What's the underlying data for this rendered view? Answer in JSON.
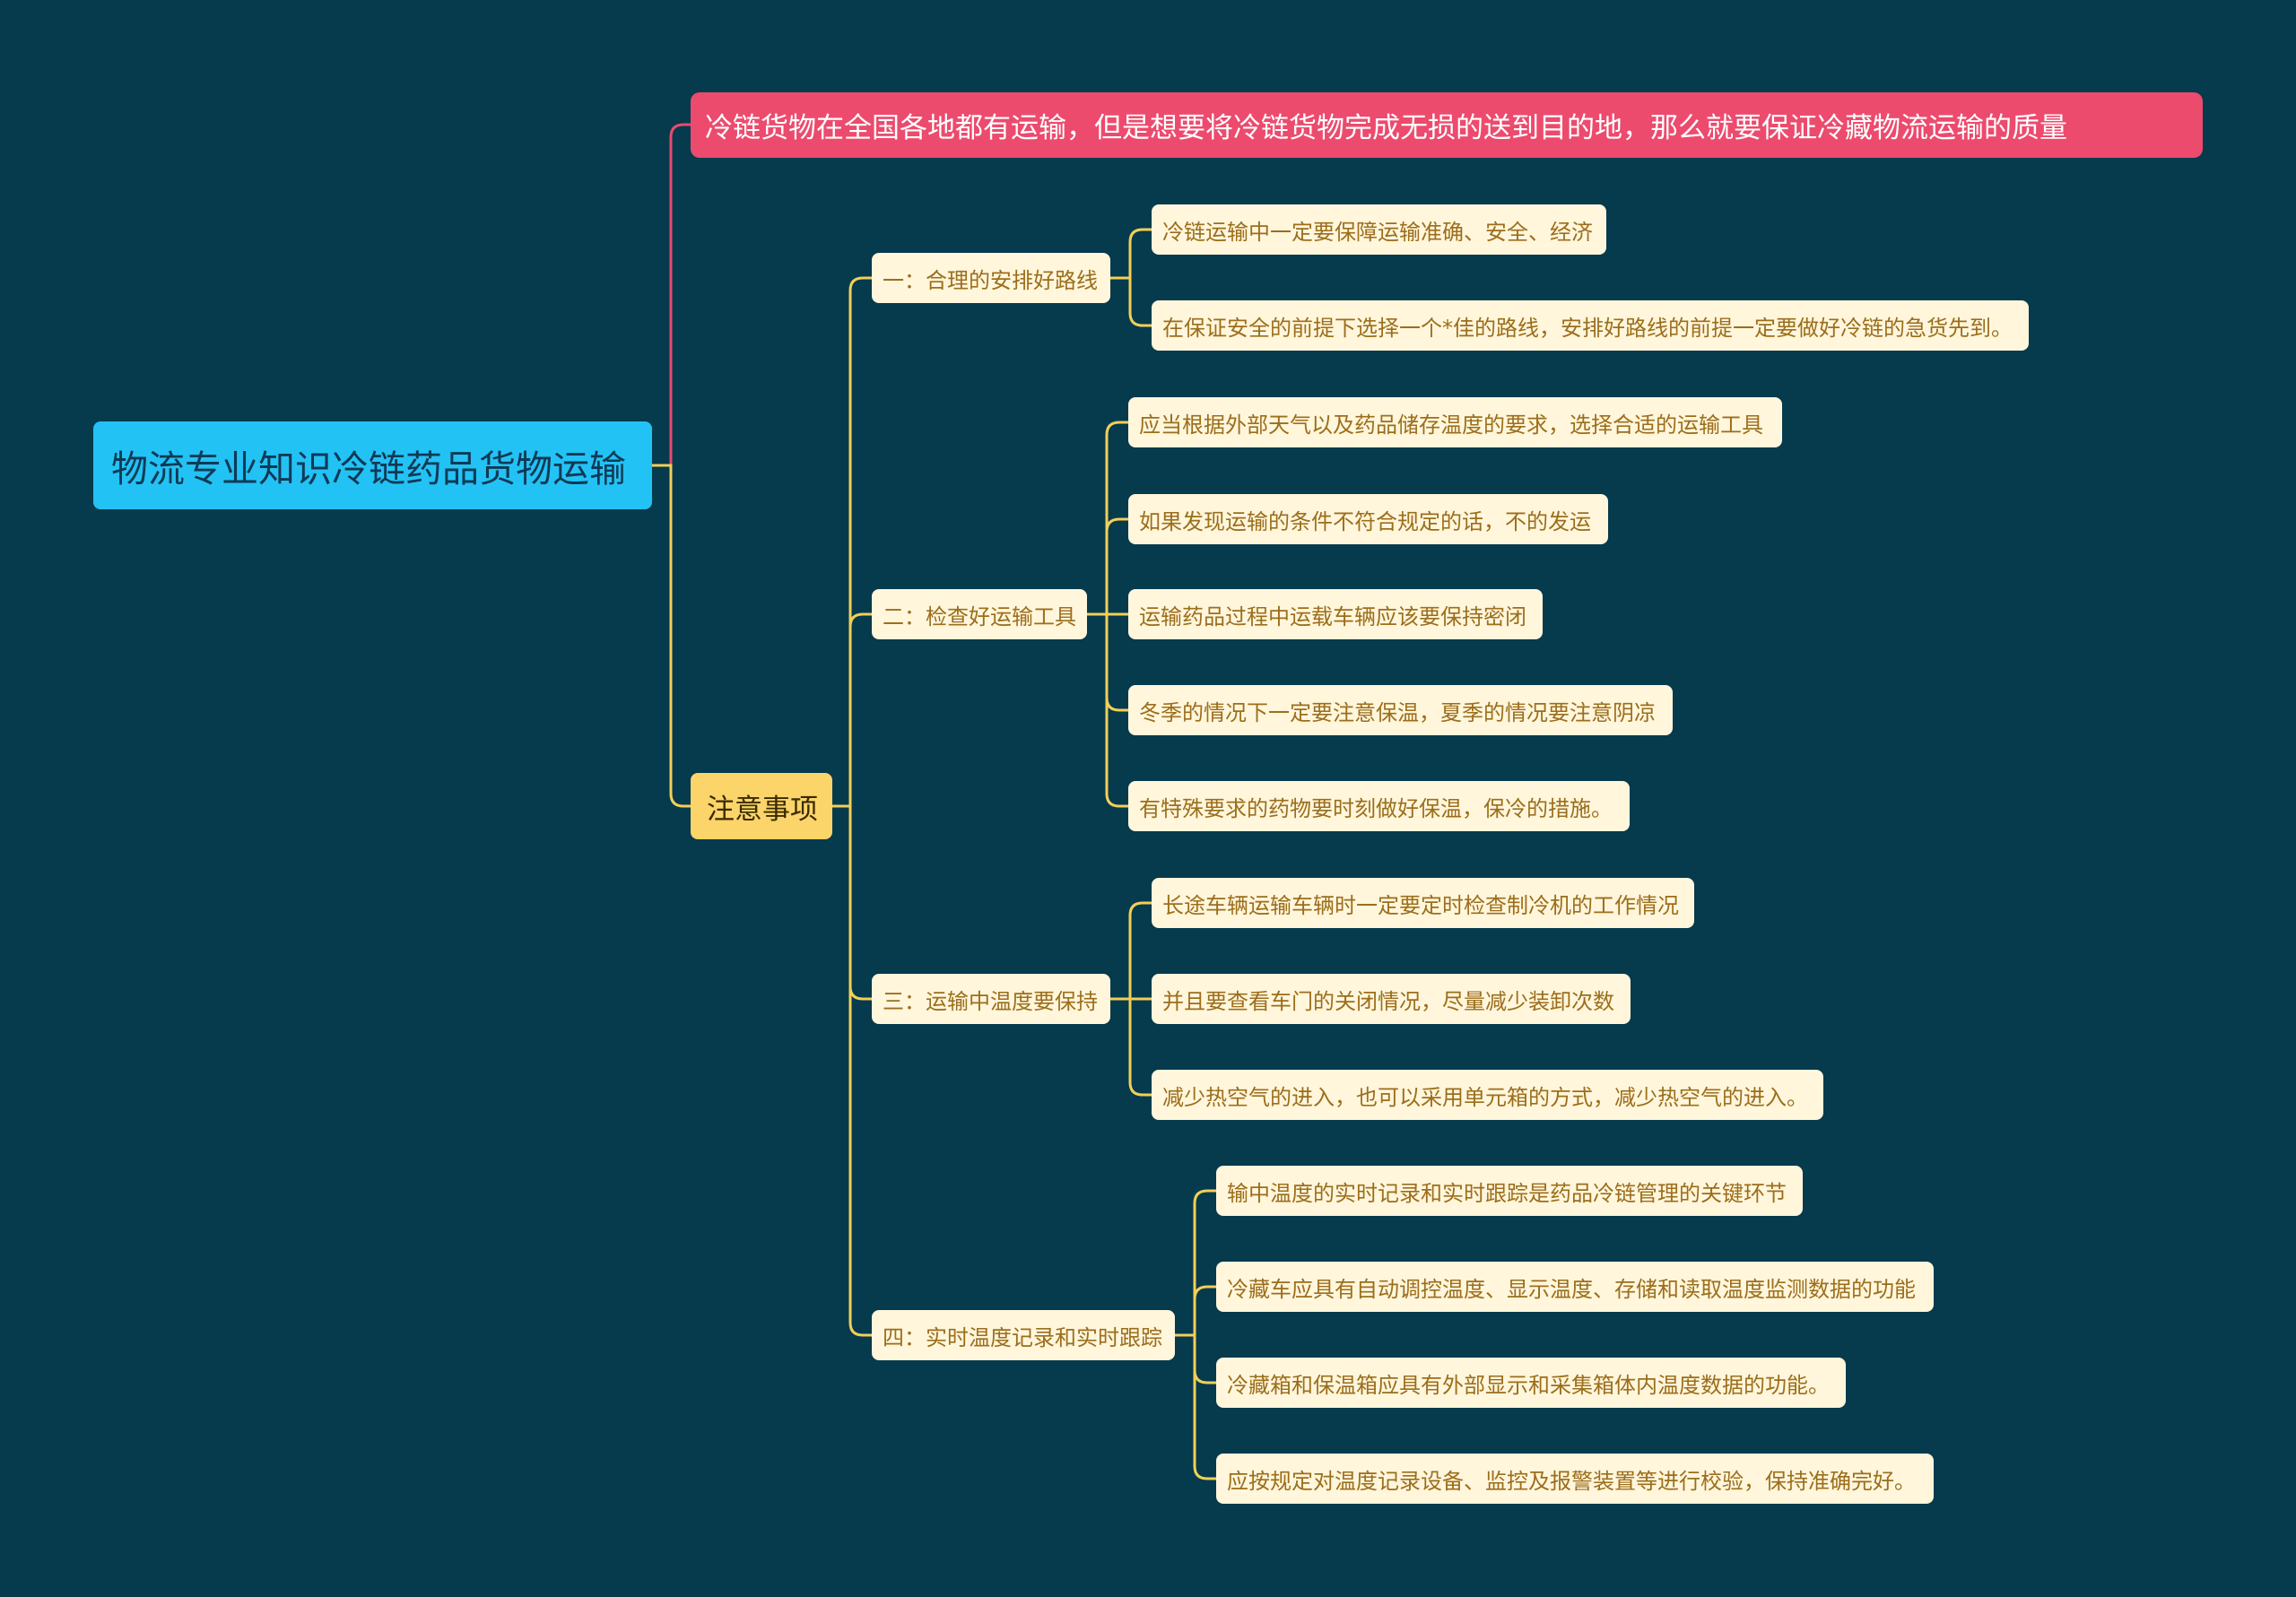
{
  "root": {
    "title": "物流专业知识冷链药品货物运输"
  },
  "banner": {
    "text": "冷链货物在全国各地都有运输，但是想要将冷链货物完成无损的送到目的地，那么就要保证冷藏物流运输的质量"
  },
  "category": {
    "label": "注意事项"
  },
  "sections": [
    {
      "label": "一：合理的安排好路线",
      "items": [
        "冷链运输中一定要保障运输准确、安全、经济",
        "在保证安全的前提下选择一个*佳的路线，安排好路线的前提一定要做好冷链的急货先到。"
      ]
    },
    {
      "label": "二：检查好运输工具",
      "items": [
        "应当根据外部天气以及药品储存温度的要求，选择合适的运输工具",
        "如果发现运输的条件不符合规定的话，不的发运",
        "运输药品过程中运载车辆应该要保持密闭",
        "冬季的情况下一定要注意保温，夏季的情况要注意阴凉",
        "有特殊要求的药物要时刻做好保温，保冷的措施。"
      ]
    },
    {
      "label": "三：运输中温度要保持",
      "items": [
        "长途车辆运输车辆时一定要定时检查制冷机的工作情况",
        "并且要查看车门的关闭情况，尽量减少装卸次数",
        "减少热空气的进入，也可以采用单元箱的方式，减少热空气的进入。"
      ]
    },
    {
      "label": "四：实时温度记录和实时跟踪",
      "items": [
        "输中温度的实时记录和实时跟踪是药品冷链管理的关键环节",
        "冷藏车应具有自动调控温度、显示温度、存储和读取温度监测数据的功能",
        "冷藏箱和保温箱应具有外部显示和采集箱体内温度数据的功能。",
        "应按规定对温度记录设备、监控及报警装置等进行校验，保持准确完好。"
      ]
    }
  ],
  "colors": {
    "background": "#063a4d",
    "root": "#23c2f5",
    "banner": "#ec4b6e",
    "category": "#fbd46a",
    "leaf": "#fff6dc",
    "leaf_text": "#9c6e1b",
    "link_yellow": "#f2cf57",
    "link_pink": "#e94b6f"
  }
}
